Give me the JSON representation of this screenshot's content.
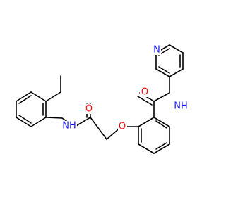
{
  "molecule": {
    "colors": {
      "bond": "#000000",
      "N": "#1a1aff",
      "O": "#ff0d0d"
    },
    "labels": {
      "n_pyridine": "N",
      "nh_amide_right": "NH",
      "o_carbonyl_right": "O",
      "o_ether": "O",
      "o_carbonyl_left": "O",
      "nh_amide_left": "NH"
    }
  }
}
